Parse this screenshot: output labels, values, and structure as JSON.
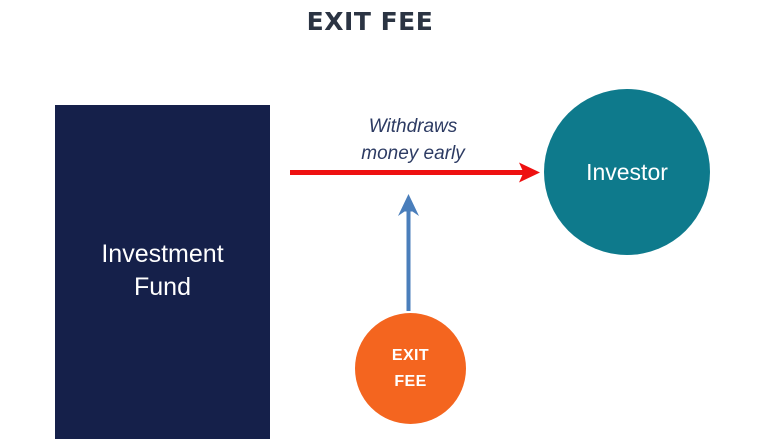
{
  "page": {
    "title": "EXIT FEE",
    "background_color": "#ffffff"
  },
  "diagram": {
    "type": "flow-diagram",
    "nodes": [
      {
        "id": "investment-fund",
        "shape": "rectangle",
        "label": "Investment\nFund",
        "label_line1": "Investment",
        "label_line2": "Fund",
        "fill_color": "#15204a",
        "text_color": "#ffffff"
      },
      {
        "id": "investor",
        "shape": "circle",
        "label": "Investor",
        "fill_color": "#0e7a8c",
        "text_color": "#ffffff"
      },
      {
        "id": "exit-fee",
        "shape": "circle",
        "label": "EXIT\nFEE",
        "label_line1": "EXIT",
        "label_line2": "FEE",
        "fill_color": "#f4651f",
        "text_color": "#ffffff"
      }
    ],
    "connectors": [
      {
        "id": "withdraw-arrow",
        "from": "investment-fund",
        "to": "investor",
        "direction": "right",
        "color": "#ee1111",
        "caption": "Withdraws money early",
        "caption_line1": "Withdraws",
        "caption_line2": "money early",
        "caption_color": "#2d3b63"
      },
      {
        "id": "exit-fee-arrow",
        "from": "exit-fee",
        "to": "withdraw-arrow",
        "direction": "up",
        "color": "#4a7ebb",
        "caption": ""
      }
    ]
  }
}
